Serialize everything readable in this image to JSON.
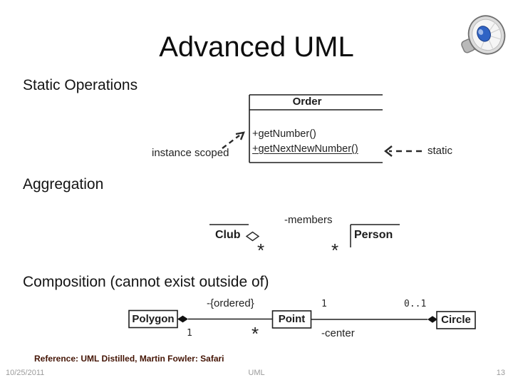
{
  "slide": {
    "title": "Advanced UML",
    "page_number": "13"
  },
  "headings": {
    "static_operations": "Static Operations",
    "aggregation": "Aggregation",
    "composition": "Composition (cannot exist outside of)"
  },
  "static_diagram": {
    "class_name": "Order",
    "instance_method": "+getNumber()",
    "static_method": "+getNextNewNumber()",
    "instance_label": "instance scoped",
    "static_label": "static"
  },
  "aggregation_diagram": {
    "whole_class": "Club",
    "part_class": "Person",
    "role_label": "-members",
    "whole_multiplicity": "*",
    "part_multiplicity": "*"
  },
  "composition_diagram": {
    "whole_class": "Polygon",
    "part_class": "Point",
    "second_whole_class": "Circle",
    "ordered_label": "-{ordered}",
    "center_label": "-center",
    "polygon_multiplicity": "1",
    "point_multiplicity": "*",
    "point_center_multiplicity": "1",
    "circle_multiplicity": "0..1"
  },
  "footer": {
    "reference": "Reference: UML Distilled, Martin Fowler: Safari",
    "date": "10/25/2011",
    "center_text": "UML"
  },
  "icons": {
    "speaker": "audio-speaker-icon"
  },
  "colors": {
    "reference_text": "#451505",
    "footer_text": "#9b9b9b",
    "ink": "#1c1c1c"
  }
}
